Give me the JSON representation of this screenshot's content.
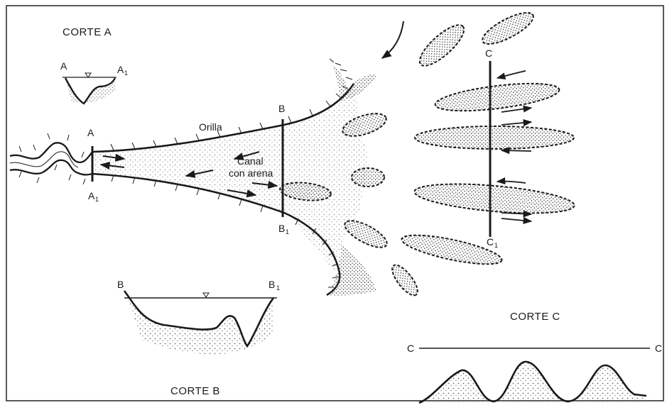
{
  "diagram": {
    "titles": {
      "corte_a": "CORTE  A",
      "corte_b": "CORTE  B",
      "corte_c": "CORTE  C"
    },
    "labels": {
      "orilla": "Orilla",
      "canal_line1": "Canal",
      "canal_line2": "con arena",
      "A": "A",
      "A1_main": "A",
      "B": "B",
      "B1_main": "B",
      "C": "C",
      "C1_main": "C",
      "sub_1": "1"
    },
    "section_a": {
      "left": "A",
      "right": "A"
    },
    "section_b": {
      "left": "B",
      "right": "B"
    },
    "section_c": {
      "left": "C",
      "right": "C"
    },
    "colors": {
      "ink": "#1a1a1a",
      "stipple": "#555555",
      "border": "#222222"
    }
  }
}
